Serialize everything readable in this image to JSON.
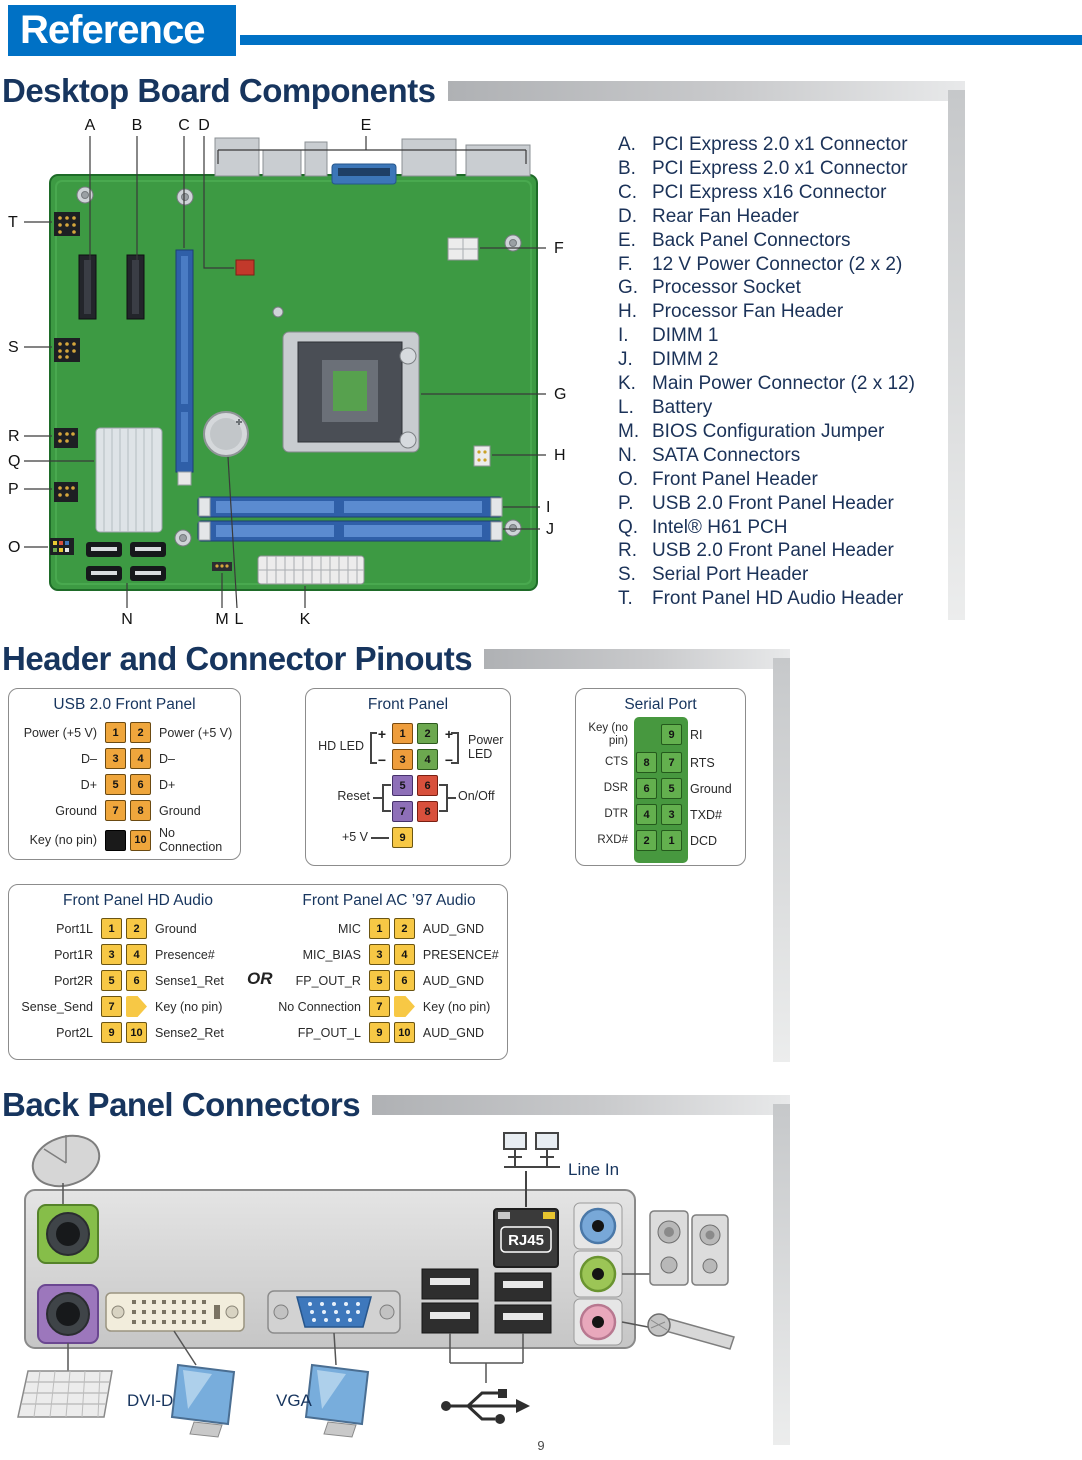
{
  "page": {
    "number": "9"
  },
  "header": {
    "title": "Reference"
  },
  "sections": {
    "components_title": "Desktop Board Components",
    "pinouts_title": "Header and Connector Pinouts",
    "backpanel_title": "Back Panel Connectors"
  },
  "colors": {
    "accent_blue": "#0071C5",
    "heading_navy": "#17355E",
    "board_green": "#3D9A43"
  },
  "board": {
    "labels": {
      "A": "A",
      "B": "B",
      "C": "C",
      "D": "D",
      "E": "E",
      "F": "F",
      "G": "G",
      "H": "H",
      "I": "I",
      "J": "J",
      "K": "K",
      "L": "L",
      "M": "M",
      "N": "N",
      "O": "O",
      "P": "P",
      "Q": "Q",
      "R": "R",
      "S": "S",
      "T": "T"
    }
  },
  "legend": {
    "items": [
      {
        "letter": "A.",
        "text": "PCI Express 2.0 x1 Connector"
      },
      {
        "letter": "B.",
        "text": "PCI Express 2.0 x1 Connector"
      },
      {
        "letter": "C.",
        "text": "PCI Express x16 Connector"
      },
      {
        "letter": "D.",
        "text": "Rear Fan Header"
      },
      {
        "letter": "E.",
        "text": "Back Panel Connectors"
      },
      {
        "letter": "F.",
        "text": "12 V Power Connector (2 x 2)"
      },
      {
        "letter": "G.",
        "text": "Processor Socket"
      },
      {
        "letter": "H.",
        "text": "Processor Fan Header"
      },
      {
        "letter": "I.",
        "text": "DIMM 1"
      },
      {
        "letter": "J.",
        "text": "DIMM 2"
      },
      {
        "letter": "K.",
        "text": "Main Power Connector (2 x 12)"
      },
      {
        "letter": "L.",
        "text": "Battery"
      },
      {
        "letter": "M.",
        "text": "BIOS Configuration Jumper"
      },
      {
        "letter": "N.",
        "text": "SATA Connectors"
      },
      {
        "letter": "O.",
        "text": "Front Panel Header"
      },
      {
        "letter": "P.",
        "text": "USB 2.0 Front Panel Header"
      },
      {
        "letter": "Q.",
        "text": "Intel® H61 PCH"
      },
      {
        "letter": "R.",
        "text": "USB 2.0 Front Panel Header"
      },
      {
        "letter": "S.",
        "text": "Serial Port Header"
      },
      {
        "letter": "T.",
        "text": "Front Panel HD Audio Header"
      }
    ]
  },
  "pinouts": {
    "usb": {
      "title": "USB 2.0 Front Panel",
      "rows": [
        {
          "left": "Power (+5 V)",
          "p1": "1",
          "p2": "2",
          "right": "Power (+5 V)"
        },
        {
          "left": "D–",
          "p1": "3",
          "p2": "4",
          "right": "D–"
        },
        {
          "left": "D+",
          "p1": "5",
          "p2": "6",
          "right": "D+"
        },
        {
          "left": "Ground",
          "p1": "7",
          "p2": "8",
          "right": "Ground"
        },
        {
          "left": "Key (no pin)",
          "p1": "",
          "p2": "10",
          "right": "No Connection"
        }
      ]
    },
    "front_panel": {
      "title": "Front Panel",
      "hd_led": "HD LED",
      "power_led": "Power LED",
      "reset": "Reset",
      "on_off": "On/Off",
      "plus5v": "+5 V",
      "plus": "+",
      "minus": "−",
      "pins": [
        "1",
        "2",
        "3",
        "4",
        "5",
        "6",
        "7",
        "8",
        "9"
      ]
    },
    "serial": {
      "title": "Serial Port",
      "rows": [
        {
          "left": "Key (no pin)",
          "p1": "",
          "p2": "9",
          "right": "RI"
        },
        {
          "left": "CTS",
          "p1": "8",
          "p2": "7",
          "right": "RTS"
        },
        {
          "left": "DSR",
          "p1": "6",
          "p2": "5",
          "right": "Ground"
        },
        {
          "left": "DTR",
          "p1": "4",
          "p2": "3",
          "right": "TXD#"
        },
        {
          "left": "RXD#",
          "p1": "2",
          "p2": "1",
          "right": "DCD"
        }
      ]
    },
    "hd_audio": {
      "title": "Front Panel HD Audio",
      "rows": [
        {
          "left": "Port1L",
          "p1": "1",
          "p2": "2",
          "right": "Ground"
        },
        {
          "left": "Port1R",
          "p1": "3",
          "p2": "4",
          "right": "Presence#"
        },
        {
          "left": "Port2R",
          "p1": "5",
          "p2": "6",
          "right": "Sense1_Ret"
        },
        {
          "left": "Sense_Send",
          "p1": "7",
          "p2": "",
          "right": "Key (no pin)"
        },
        {
          "left": "Port2L",
          "p1": "9",
          "p2": "10",
          "right": "Sense2_Ret"
        }
      ]
    },
    "or_label": "OR",
    "ac97_audio": {
      "title": "Front Panel AC ’97 Audio",
      "rows": [
        {
          "left": "MIC",
          "p1": "1",
          "p2": "2",
          "right": "AUD_GND"
        },
        {
          "left": "MIC_BIAS",
          "p1": "3",
          "p2": "4",
          "right": "PRESENCE#"
        },
        {
          "left": "FP_OUT_R",
          "p1": "5",
          "p2": "6",
          "right": "AUD_GND"
        },
        {
          "left": "No Connection",
          "p1": "7",
          "p2": "",
          "right": "Key (no pin)"
        },
        {
          "left": "FP_OUT_L",
          "p1": "9",
          "p2": "10",
          "right": "AUD_GND"
        }
      ]
    }
  },
  "backpanel": {
    "labels": {
      "line_in": "Line In",
      "rj45": "RJ45",
      "dvi": "DVI-D",
      "vga": "VGA"
    }
  }
}
